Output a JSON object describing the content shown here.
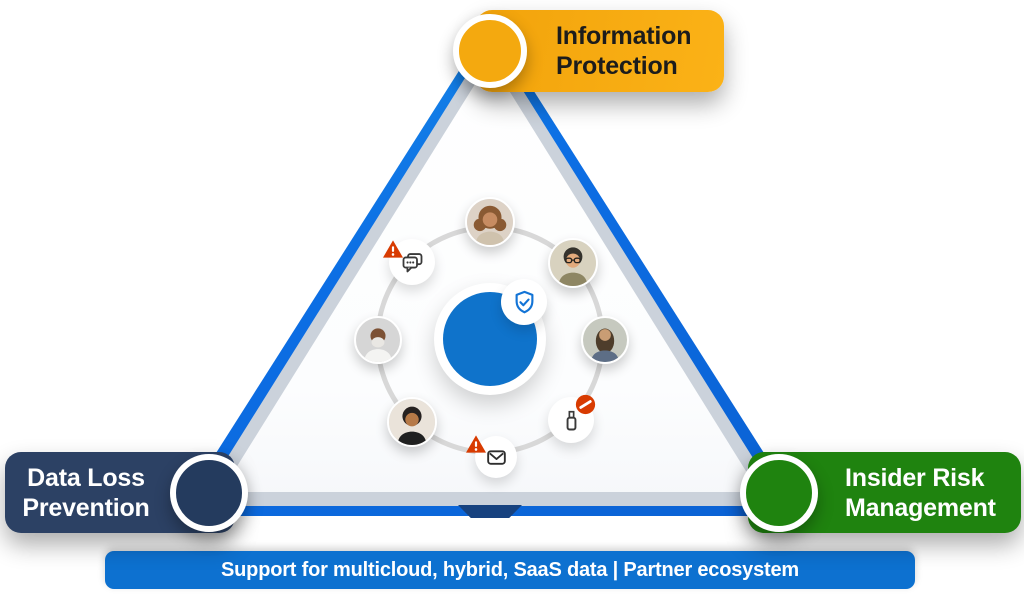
{
  "theme": {
    "badge_yellow": "#F4A90F",
    "badge_navy": "#2C4164",
    "badge_green": "#1F830F",
    "banner_blue": "#0D71D0",
    "center_blue": "#0F73CB",
    "edge_blue": "#0C6EE4",
    "edge_silver": "#CBD2DB",
    "ring_gray": "#D8D8D8",
    "alert_orange": "#D83B01",
    "icon_stroke": "#3A3A3A",
    "shield_blue": "#1374D6",
    "label_dark": "#1C1C1C",
    "label_light": "#FFFFFF",
    "notch_navy": "#17427F"
  },
  "nodes": {
    "top": {
      "line1": "Information",
      "line2": "Protection"
    },
    "bottom_left": {
      "line1": "Data Loss",
      "line2": "Prevention"
    },
    "bottom_right": {
      "line1": "Insider Risk",
      "line2": "Management"
    }
  },
  "banner": {
    "text": "Support for multicloud, hybrid, SaaS data | Partner ecosystem"
  },
  "center": {
    "icon": "shield-check-icon"
  },
  "ring": {
    "items": [
      {
        "kind": "avatar",
        "name": "avatar-woman-curly-hair"
      },
      {
        "kind": "icon",
        "name": "chat-messages-icon",
        "badge": "warning-triangle-icon"
      },
      {
        "kind": "avatar",
        "name": "avatar-man-glasses"
      },
      {
        "kind": "avatar",
        "name": "avatar-man-white-beard"
      },
      {
        "kind": "avatar",
        "name": "avatar-man-long-beard"
      },
      {
        "kind": "avatar",
        "name": "avatar-woman-short-hair"
      },
      {
        "kind": "icon",
        "name": "usb-drive-icon",
        "badge": "blocked-circle-icon"
      },
      {
        "kind": "icon",
        "name": "envelope-icon",
        "badge": "warning-triangle-icon"
      }
    ]
  }
}
